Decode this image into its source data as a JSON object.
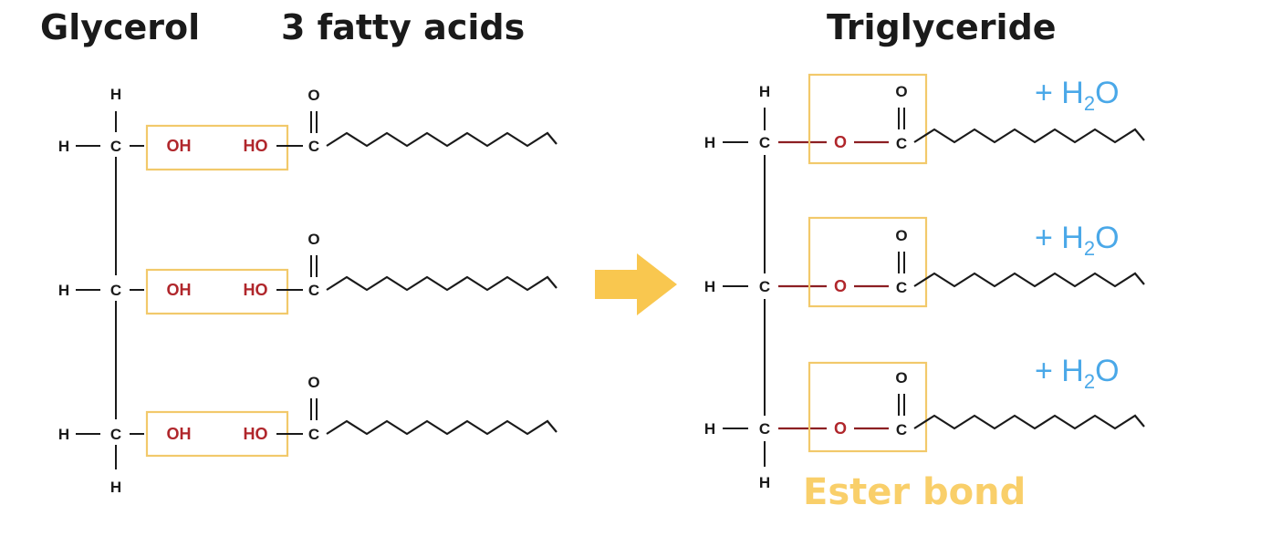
{
  "titles": {
    "glycerol": "Glycerol",
    "fatty_acids": "3 fatty acids",
    "triglyceride": "Triglyceride"
  },
  "atoms": {
    "H": "H",
    "C": "C",
    "O": "O",
    "OH": "OH",
    "HO": "HO"
  },
  "water": {
    "prefix": "+ H",
    "subscript": "2",
    "suffix": "O"
  },
  "ester_label": "Ester bond",
  "colors": {
    "arrow": "#f9c74f",
    "box": "#f2c96b",
    "hydroxyl": "#b0262b",
    "water": "#4aa8e8",
    "ester_label": "#f9cf6a"
  }
}
